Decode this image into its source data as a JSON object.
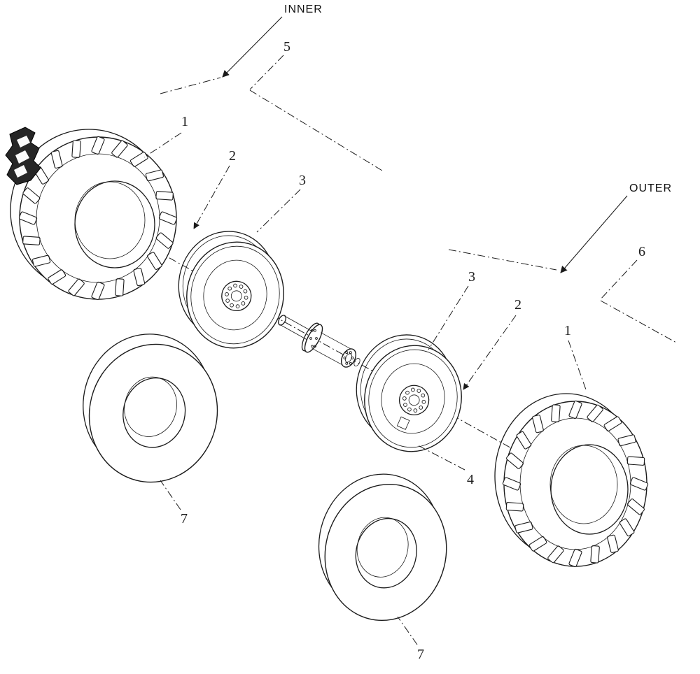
{
  "diagram": {
    "group_labels": {
      "inner": "INNER",
      "outer": "OUTER"
    },
    "callouts": [
      {
        "part": "inner-tire",
        "label": "1"
      },
      {
        "part": "inner-rim",
        "label": "2"
      },
      {
        "part": "inner-rim-flange",
        "label": "3"
      },
      {
        "part": "outer-rim-flange",
        "label": "3"
      },
      {
        "part": "outer-rim",
        "label": "2"
      },
      {
        "part": "outer-tire",
        "label": "1"
      },
      {
        "part": "outer-rim-lower",
        "label": "4"
      },
      {
        "part": "inner-wheel-group",
        "label": "5"
      },
      {
        "part": "outer-wheel-group",
        "label": "6"
      },
      {
        "part": "tube-left",
        "label": "7"
      },
      {
        "part": "tube-right",
        "label": "7"
      }
    ],
    "line_color": "#1a1a1a",
    "background_color": "#ffffff"
  }
}
